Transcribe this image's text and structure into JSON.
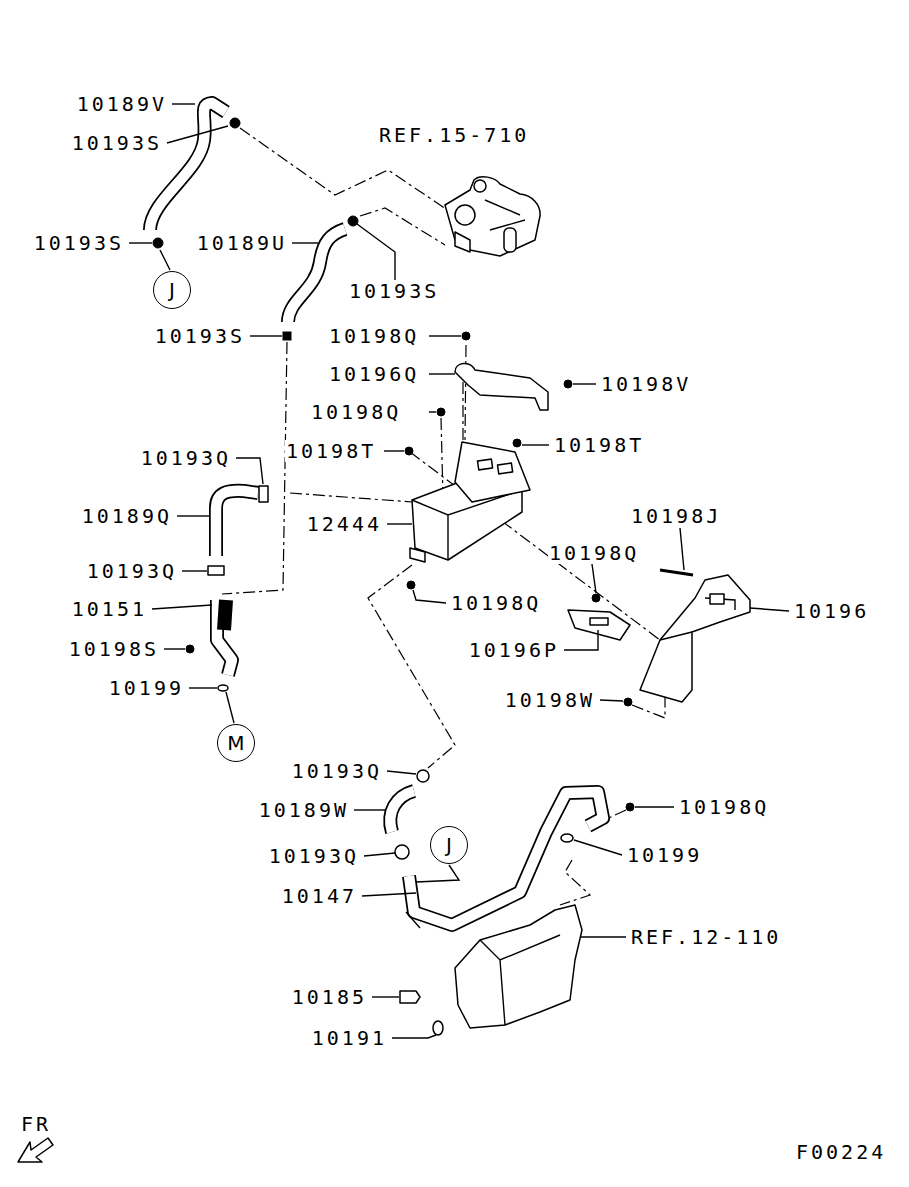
{
  "diagram": {
    "nodes": [
      {
        "text": [
          "J"
        ]
      },
      {
        "text": [
          "M"
        ]
      },
      {
        "text": [
          "J"
        ]
      }
    ],
    "labels": [
      "10189V",
      "10193S",
      "REF.15-710",
      "10193S",
      "10189U",
      "10193S",
      "10193S",
      "10198Q",
      "10196Q",
      "10198V",
      "10198Q",
      "10198T",
      "10198T",
      "10193Q",
      "12444",
      "10189Q",
      "10198J",
      "10198Q",
      "10193Q",
      "10196",
      "10151",
      "10198Q",
      "10198S",
      "10196P",
      "10199",
      "10198W",
      "10193Q",
      "10198Q",
      "10189W",
      "10199",
      "10193Q",
      "10147",
      "REF.12-110",
      "10185",
      "10191",
      "FR",
      "F00224"
    ]
  }
}
